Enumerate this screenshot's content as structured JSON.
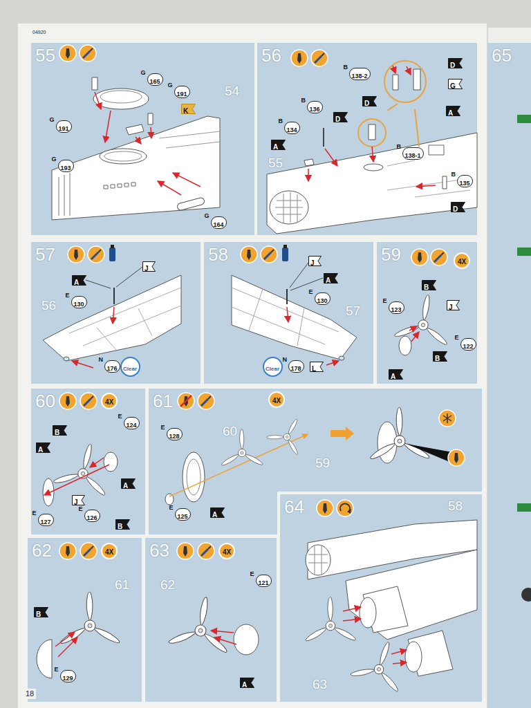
{
  "diagram": {
    "nodes": [
      {
        "text": [
          "55"
        ]
      },
      {
        "text": [
          "G",
          "191"
        ],
        "in": 0
      },
      {
        "text": [
          "G",
          "193"
        ],
        "in": 0
      },
      {
        "text": [
          "G",
          "165"
        ],
        "in": 0
      },
      {
        "text": [
          "G",
          "191"
        ],
        "in": 0
      },
      {
        "text": [
          "K"
        ],
        "in": 0
      },
      {
        "text": [
          "G",
          "164"
        ],
        "in": 0
      },
      {
        "text": [
          "56"
        ]
      },
      {
        "text": [
          "B",
          "138-2"
        ],
        "in": 7
      },
      {
        "text": [
          "D"
        ],
        "in": 7
      },
      {
        "text": [
          "G"
        ],
        "in": 7
      },
      {
        "text": [
          "D"
        ],
        "in": 7
      },
      {
        "text": [
          "A"
        ],
        "in": 7
      },
      {
        "text": [
          "B",
          "136"
        ],
        "in": 7
      },
      {
        "text": [
          "D"
        ],
        "in": 7
      },
      {
        "text": [
          "B",
          "138-1"
        ],
        "in": 7
      },
      {
        "text": [
          "B",
          "134"
        ],
        "in": 7
      },
      {
        "text": [
          "A"
        ],
        "in": 7
      },
      {
        "text": [
          "B",
          "135"
        ],
        "in": 7
      },
      {
        "text": [
          "D"
        ],
        "in": 7
      },
      {
        "text": [
          "57"
        ]
      },
      {
        "text": [
          "J"
        ],
        "in": 20
      },
      {
        "text": [
          "A"
        ],
        "in": 20
      },
      {
        "text": [
          "E",
          "130"
        ],
        "in": 20
      },
      {
        "text": [
          "N",
          "176"
        ],
        "in": 20
      },
      {
        "text": [
          "Clear"
        ],
        "in": 20
      },
      {
        "text": [
          "58"
        ]
      },
      {
        "text": [
          "J"
        ],
        "in": 26
      },
      {
        "text": [
          "A"
        ],
        "in": 26
      },
      {
        "text": [
          "E",
          "130"
        ],
        "in": 26
      },
      {
        "text": [
          "Clear"
        ],
        "in": 26
      },
      {
        "text": [
          "N",
          "178"
        ],
        "in": 26
      },
      {
        "text": [
          "L"
        ],
        "in": 26
      },
      {
        "text": [
          "59"
        ]
      },
      {
        "text": [
          "4X"
        ],
        "in": 33
      },
      {
        "text": [
          "B"
        ],
        "in": 33
      },
      {
        "text": [
          "E",
          "123"
        ],
        "in": 33
      },
      {
        "text": [
          "J"
        ],
        "in": 33
      },
      {
        "text": [
          "E",
          "122"
        ],
        "in": 33
      },
      {
        "text": [
          "B"
        ],
        "in": 33
      },
      {
        "text": [
          "A"
        ],
        "in": 33
      },
      {
        "text": [
          "60"
        ]
      },
      {
        "text": [
          "4X"
        ],
        "in": 41
      },
      {
        "text": [
          "B"
        ],
        "in": 41
      },
      {
        "text": [
          "E",
          "124"
        ],
        "in": 41
      },
      {
        "text": [
          "A"
        ],
        "in": 41
      },
      {
        "text": [
          "A"
        ],
        "in": 41
      },
      {
        "text": [
          "J"
        ],
        "in": 41
      },
      {
        "text": [
          "E",
          "127"
        ],
        "in": 41
      },
      {
        "text": [
          "E",
          "126"
        ],
        "in": 41
      },
      {
        "text": [
          "B"
        ],
        "in": 41
      },
      {
        "text": [
          "61"
        ]
      },
      {
        "text": [
          "4X"
        ],
        "in": 51
      },
      {
        "text": [
          "E",
          "128"
        ],
        "in": 51
      },
      {
        "text": [
          "E",
          "125"
        ],
        "in": 51
      },
      {
        "text": [
          "A"
        ],
        "in": 51
      },
      {
        "text": [
          "62"
        ]
      },
      {
        "text": [
          "4X"
        ],
        "in": 56
      },
      {
        "text": [
          "B"
        ],
        "in": 56
      },
      {
        "text": [
          "E",
          "129"
        ],
        "in": 56
      },
      {
        "text": [
          "63"
        ]
      },
      {
        "text": [
          "4X"
        ],
        "in": 60
      },
      {
        "text": [
          "E",
          "121"
        ],
        "in": 60
      },
      {
        "text": [
          "A"
        ],
        "in": 60
      },
      {
        "text": [
          "64"
        ]
      },
      {
        "text": [
          "65"
        ]
      }
    ],
    "labels": [
      "04920",
      "54",
      "55",
      "56",
      "57",
      "60",
      "59",
      "61",
      "62",
      "58",
      "63",
      "18"
    ]
  }
}
